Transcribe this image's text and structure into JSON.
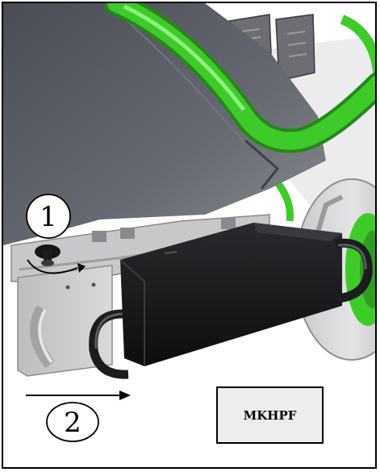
{
  "callouts": {
    "step1": "1",
    "step2": "2"
  },
  "part_label": "MKHPF",
  "colors": {
    "frame_green": "#3ecb2a",
    "deck_gray": "#56585f",
    "guard_black": "#151517",
    "label_fill": "#ededed"
  },
  "icons": {
    "rotate_arrow": "curved-arrow-icon",
    "slide_arrow": "right-arrow-icon"
  }
}
